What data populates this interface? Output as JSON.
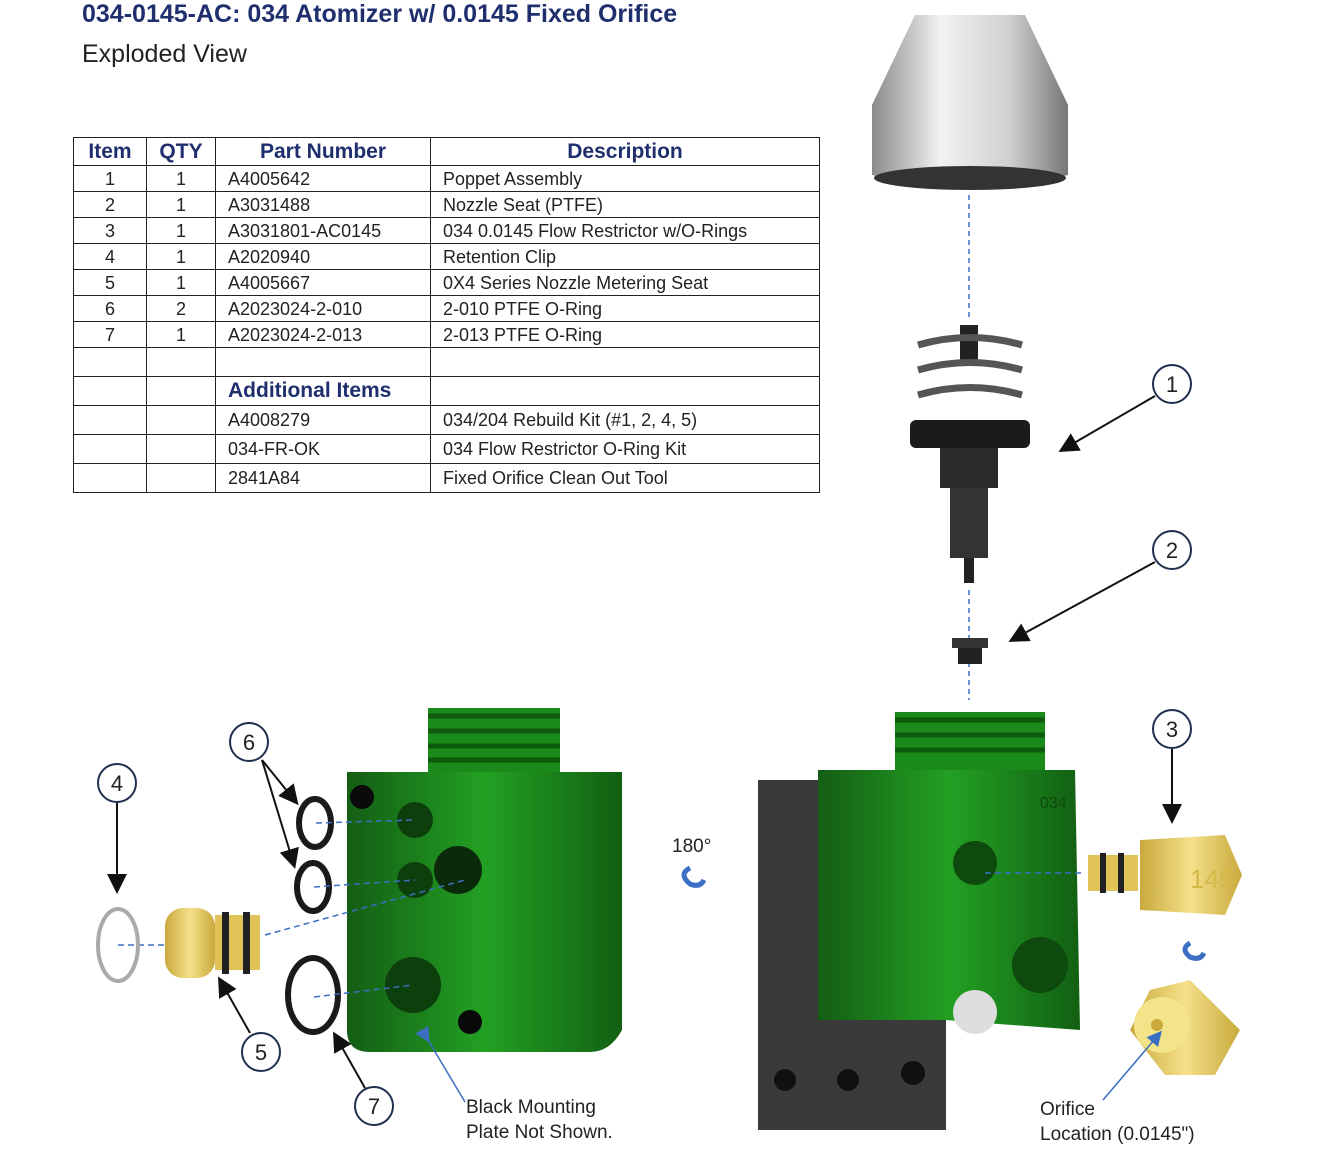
{
  "header": {
    "title": "034-0145-AC: 034 Atomizer w/ 0.0145 Fixed Orifice",
    "subtitle": "Exploded View"
  },
  "bom": {
    "columns": [
      "Item",
      "QTY",
      "Part Number",
      "Description"
    ],
    "rows": [
      {
        "item": "1",
        "qty": "1",
        "part": "A4005642",
        "desc": "Poppet Assembly"
      },
      {
        "item": "2",
        "qty": "1",
        "part": "A3031488",
        "desc": "Nozzle Seat (PTFE)"
      },
      {
        "item": "3",
        "qty": "1",
        "part": "A3031801-AC0145",
        "desc": "034 0.0145 Flow Restrictor w/O-Rings"
      },
      {
        "item": "4",
        "qty": "1",
        "part": "A2020940",
        "desc": "Retention Clip"
      },
      {
        "item": "5",
        "qty": "1",
        "part": "A4005667",
        "desc": "0X4 Series Nozzle Metering Seat"
      },
      {
        "item": "6",
        "qty": "2",
        "part": "A2023024-2-010",
        "desc": "2-010 PTFE O-Ring"
      },
      {
        "item": "7",
        "qty": "1",
        "part": "A2023024-2-013",
        "desc": "2-013 PTFE O-Ring"
      }
    ],
    "additional_heading": "Additional Items",
    "additional": [
      {
        "part": "A4008279",
        "desc": "034/204 Rebuild Kit (#1, 2, 4, 5)"
      },
      {
        "part": "034-FR-OK",
        "desc": "034 Flow Restrictor O-Ring Kit"
      },
      {
        "part": "2841A84",
        "desc": "Fixed Orifice Clean Out Tool"
      }
    ]
  },
  "diagram": {
    "callouts": [
      "1",
      "2",
      "3",
      "4",
      "5",
      "6",
      "7"
    ],
    "rotation_label": "180°",
    "note_left": [
      "Black Mounting",
      "Plate Not Shown."
    ],
    "note_right": [
      "Orifice",
      "Location (0.0145\")"
    ],
    "body_marking": "034",
    "restrictor_marking": "145",
    "colors": {
      "body": "#1f8a1f",
      "brass": "#e8cf6a",
      "callout": "#1f2f4e",
      "dash": "#3b6fc4"
    }
  }
}
